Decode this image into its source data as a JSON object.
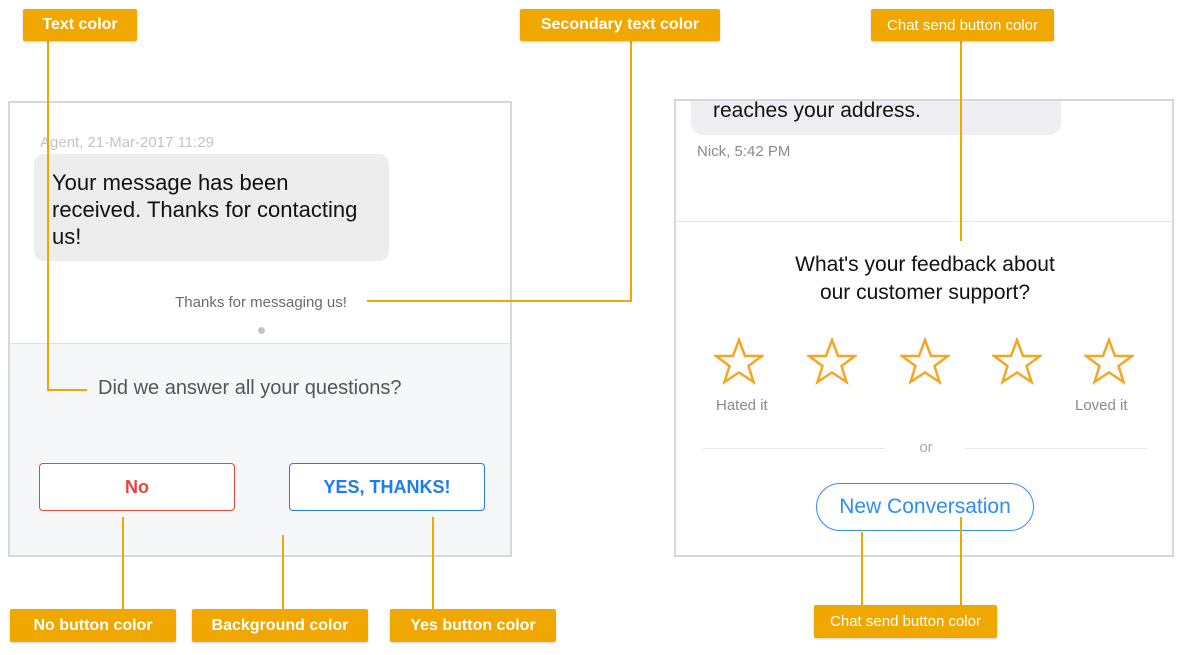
{
  "colors": {
    "callout": "#f0a800",
    "no_button": "#f0403c",
    "yes_button": "#1a7cf0",
    "chat_send": "#2d8cff",
    "star": "#f5a623",
    "background": "#f6f7f9"
  },
  "callouts": {
    "text_color": "Text color",
    "secondary_text_color": "Secondary text color",
    "chat_send_top": "Chat send button color",
    "no_button_color": "No button color",
    "background_color": "Background color",
    "yes_button_color": "Yes button color",
    "chat_send_bottom": "Chat send button color"
  },
  "left": {
    "meta": "Agent, 21-Mar-2017 11:29",
    "message": "Your message has been received. Thanks for contacting us!",
    "thanks": "Thanks for messaging us!",
    "question": "Did we answer all your questions?",
    "no_label": "No",
    "yes_label": "YES, THANKS!"
  },
  "right": {
    "message_tail": "reaches your address.",
    "meta": "Nick, 5:42 PM",
    "feedback_line1": "What's your feedback about",
    "feedback_line2": "our customer support?",
    "rating": {
      "max": 5,
      "value": 0,
      "star_icon": "star-outline-icon"
    },
    "low_label": "Hated it",
    "high_label": "Loved it",
    "or": "or",
    "new_conversation": "New Conversation"
  }
}
